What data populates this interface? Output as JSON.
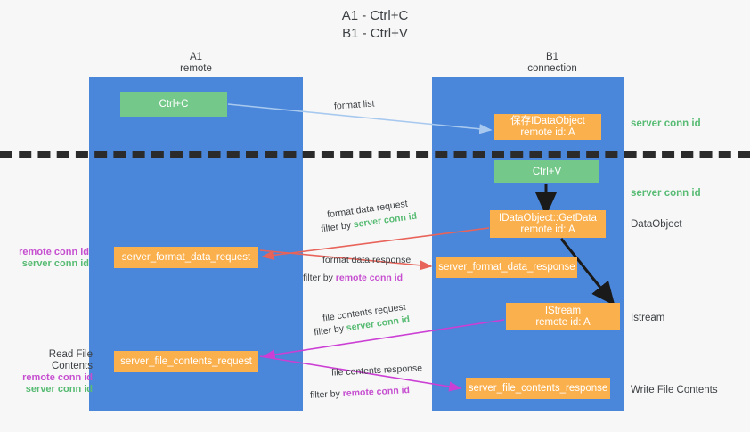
{
  "title": {
    "line1": "A1 - Ctrl+C",
    "line2": "B1 - Ctrl+V"
  },
  "columns": {
    "a1": {
      "name": "A1",
      "role": "remote"
    },
    "b1": {
      "name": "B1",
      "role": "connection"
    }
  },
  "boxes": {
    "ctrl_c": {
      "label": "Ctrl+C"
    },
    "save_dataobject": {
      "line1": "保存IDataObject",
      "line2": "remote id: A"
    },
    "ctrl_v": {
      "label": "Ctrl+V"
    },
    "getdata": {
      "line1": "IDataObject::GetData",
      "line2": "remote id: A"
    },
    "istream": {
      "line1": "IStream",
      "line2": "remote id: A"
    },
    "server_format_data_request": {
      "label": "server_format_data_request"
    },
    "server_format_data_response": {
      "label": "server_format_data_response"
    },
    "server_file_contents_request": {
      "label": "server_file_contents_request"
    },
    "server_file_contents_response": {
      "label": "server_file_contents_response"
    }
  },
  "annotations": {
    "server_conn_id": "server conn id",
    "remote_conn_id": "remote conn id",
    "dataobject": "DataObject",
    "istream": "Istream",
    "write_file_contents": "Write File Contents",
    "read_file_contents": "Read File Contents"
  },
  "edges": {
    "format_list": "format list",
    "format_data_request": "format data request",
    "format_data_response": "format data response",
    "file_contents_request": "file contents request",
    "file_contents_response": "file contents response",
    "filter_by": "filter by"
  },
  "colors": {
    "lane": "#4a86d9",
    "green_box": "#74c98a",
    "orange_box": "#fbb04e",
    "server_conn_id": "#57bb73",
    "remote_conn_id": "#c64fd0",
    "arrow_red": "#e8635a",
    "arrow_magenta": "#cc3fd4",
    "arrow_lightblue": "#a8c9ef",
    "arrow_dark": "#1a1a1a",
    "dashed_line": "#2b2b2b",
    "background": "#f7f7f7"
  }
}
